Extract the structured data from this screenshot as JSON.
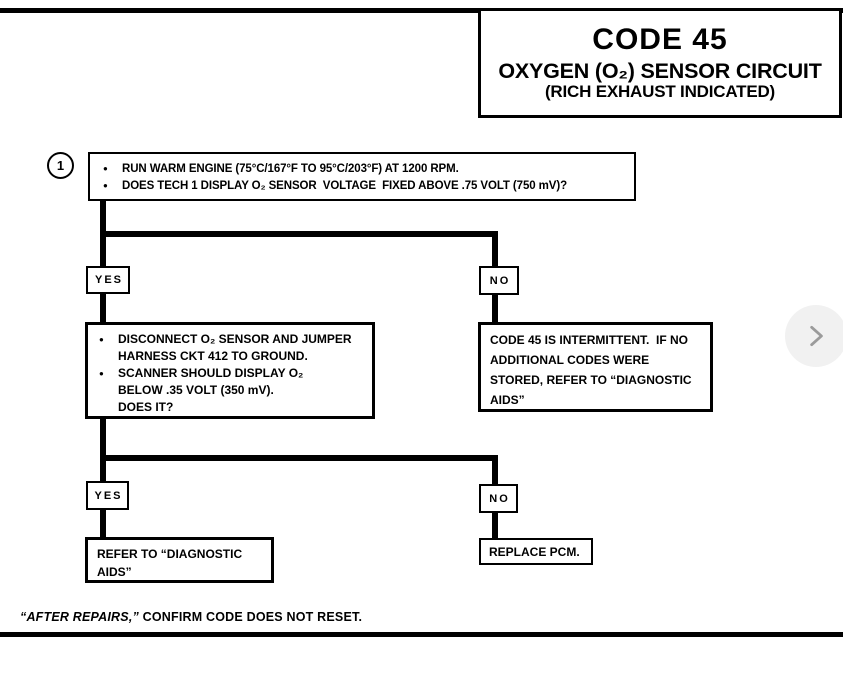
{
  "icons": {
    "bullet": "●",
    "chevron_right": "›"
  },
  "colors": {
    "ink": "#000000",
    "nav_button_bg": "#f1f1f1",
    "nav_chevron": "#9b9b9b"
  },
  "header": {
    "title": "CODE 45",
    "subtitle": "OXYGEN (O₂) SENSOR CIRCUIT",
    "subtitle2": "(RICH EXHAUST INDICATED)"
  },
  "flowchart": {
    "step_number": "1",
    "start_node": {
      "lines": [
        {
          "bullet": "●",
          "text": "RUN WARM ENGINE (75°C/167°F TO 95°C/203°F) AT 1200 RPM."
        },
        {
          "bullet": "●",
          "text": "DOES TECH 1 DISPLAY O₂ SENSOR  VOLTAGE  FIXED ABOVE .75 VOLT (750 mV)?"
        }
      ]
    },
    "branch1": {
      "yes": "YES",
      "no": "NO"
    },
    "yes1_node": {
      "lines": [
        {
          "bullet": "●",
          "text": "DISCONNECT O₂ SENSOR AND JUMPER"
        },
        {
          "text": "HARNESS CKT 412 TO GROUND."
        },
        {
          "bullet": "●",
          "text": "SCANNER SHOULD DISPLAY O₂"
        },
        {
          "text": "BELOW .35 VOLT (350 mV)."
        },
        {
          "text": "DOES IT?"
        }
      ]
    },
    "no1_node": {
      "lines": [
        {
          "text": "CODE 45 IS INTERMITTENT.  IF NO"
        },
        {
          "text": "ADDITIONAL CODES WERE"
        },
        {
          "text": "STORED, REFER TO “DIAGNOSTIC"
        },
        {
          "text": "AIDS”"
        }
      ]
    },
    "branch2": {
      "yes": "YES",
      "no": "NO"
    },
    "yes2_node": {
      "lines": [
        {
          "text": "REFER TO “DIAGNOSTIC"
        },
        {
          "text": "AIDS”"
        }
      ]
    },
    "no2_node": {
      "text": "REPLACE PCM."
    }
  },
  "footer": {
    "note_emphasis": "“AFTER REPAIRS,”",
    "note_text": " CONFIRM CODE DOES NOT RESET."
  },
  "margin_glyph": ")"
}
